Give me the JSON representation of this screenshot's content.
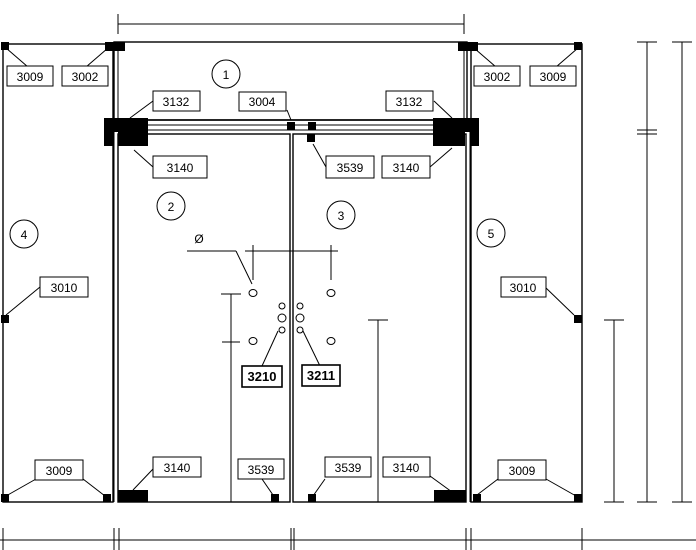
{
  "zones": [
    "1",
    "2",
    "3",
    "4",
    "5"
  ],
  "diameter_symbol": "Ø",
  "parts": {
    "p3009": "3009",
    "p3002": "3002",
    "p3132": "3132",
    "p3004": "3004",
    "p3140": "3140",
    "p3539": "3539",
    "p3010": "3010",
    "p3210": "3210",
    "p3211": "3211"
  }
}
